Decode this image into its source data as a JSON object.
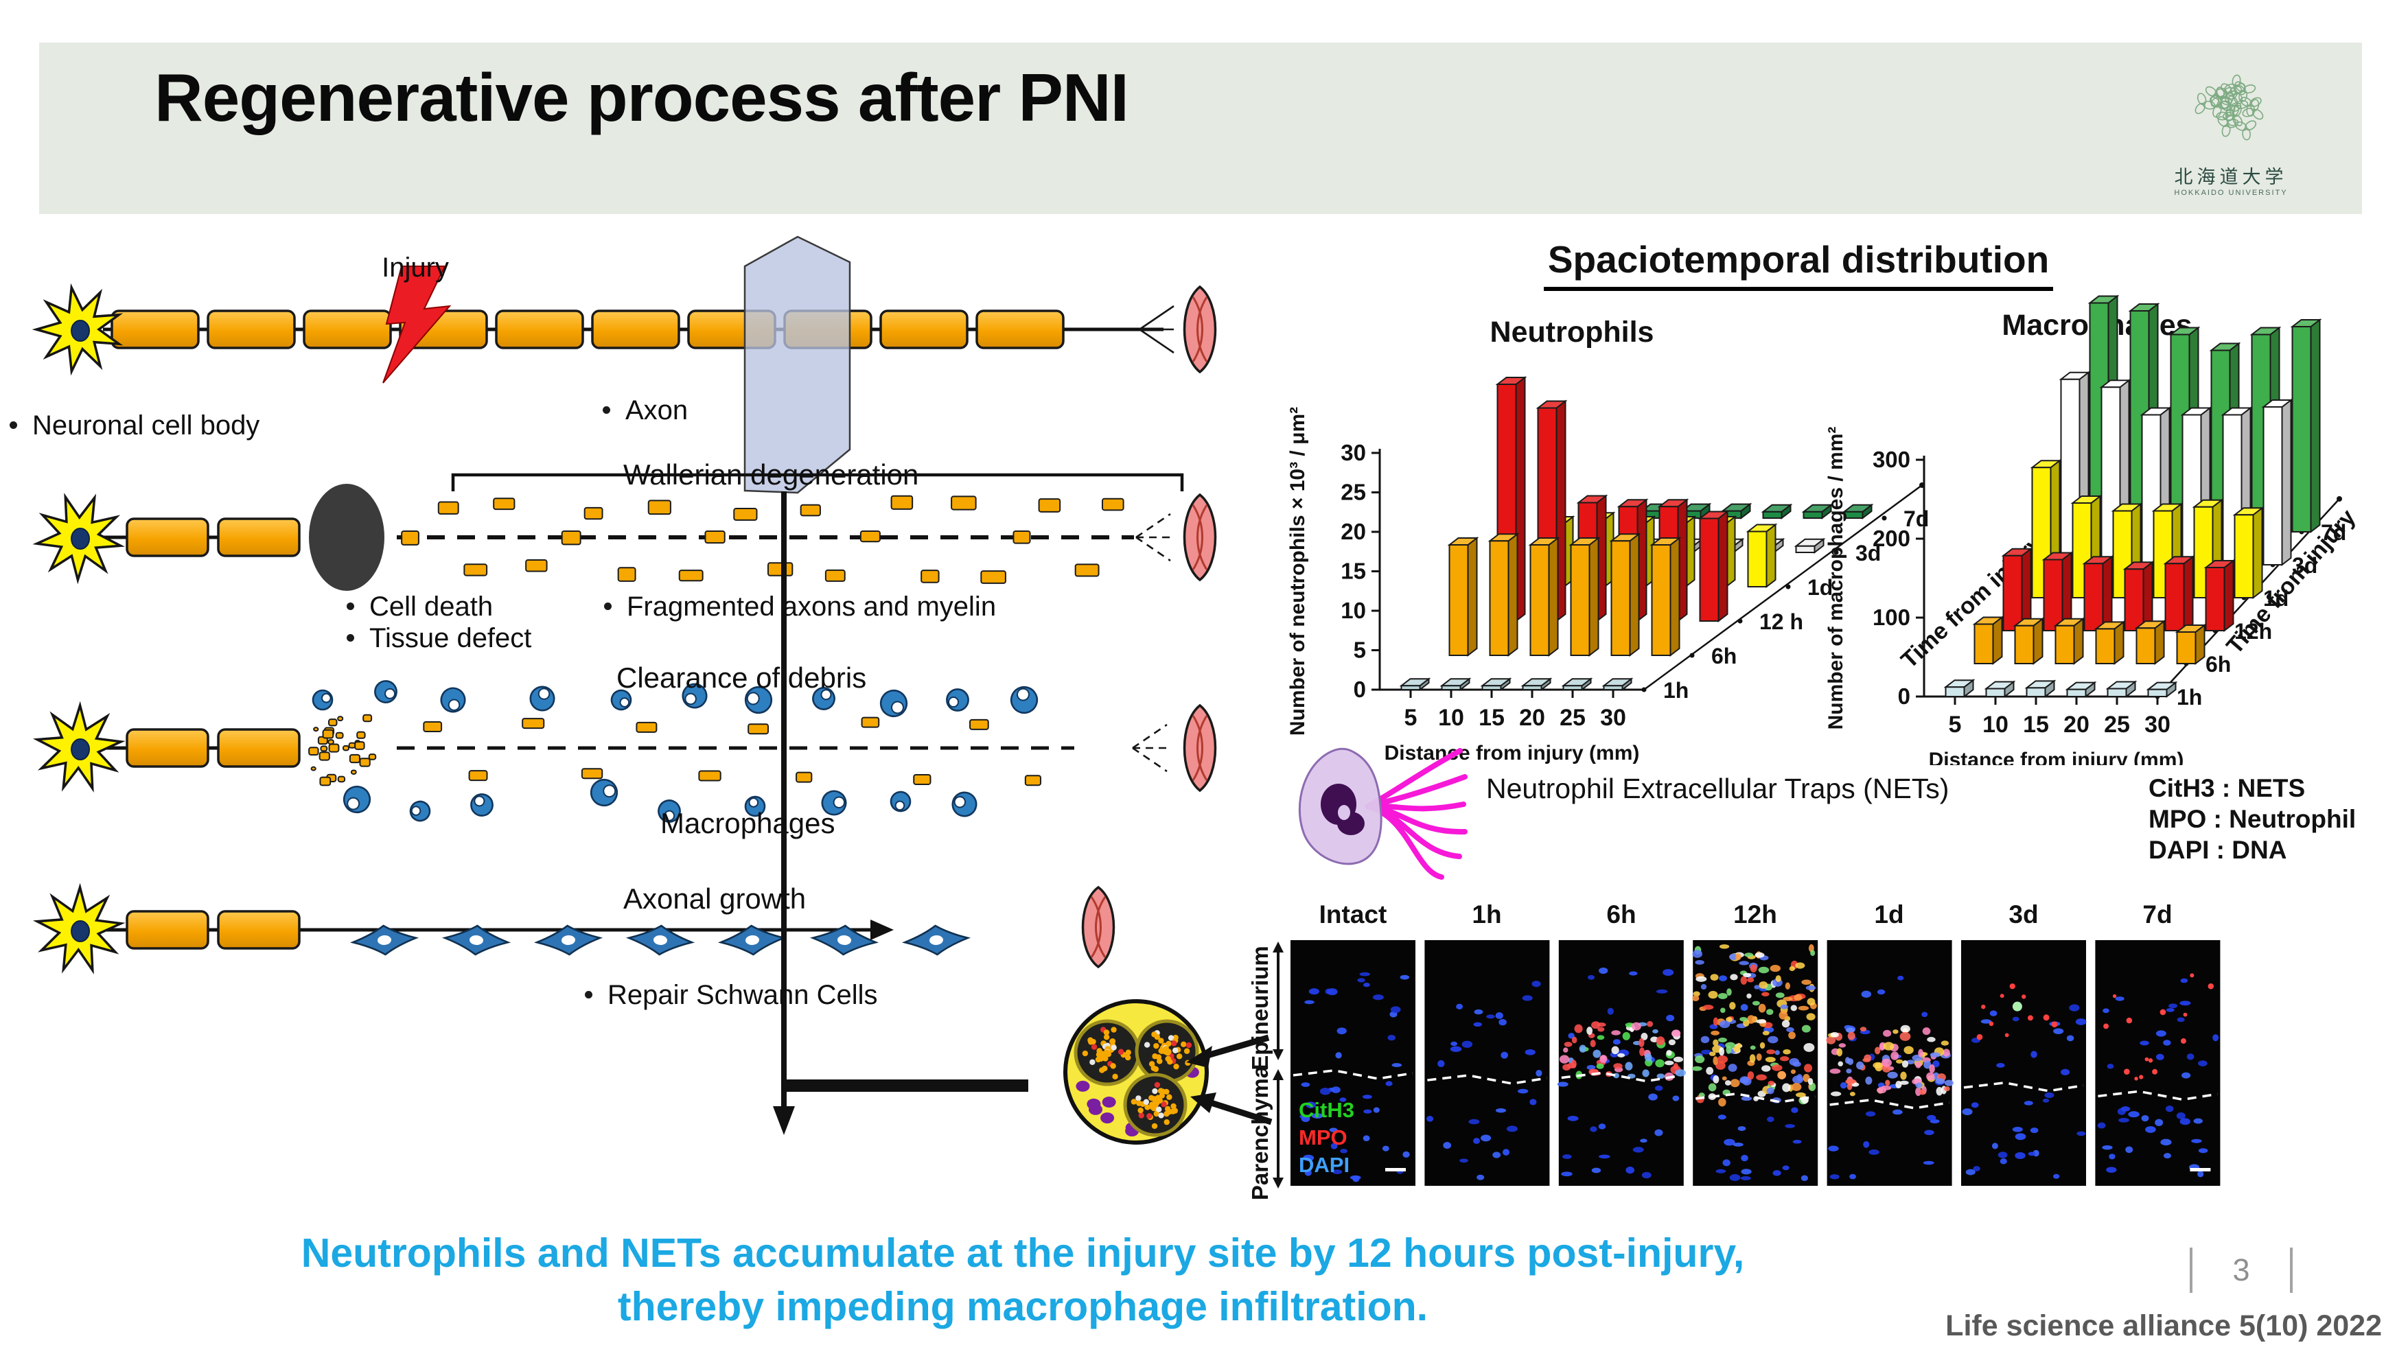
{
  "slide": {
    "title": "Regenerative process after PNI",
    "page_number": "3",
    "citation": "Life science alliance 5(10) 2022",
    "takeaway": {
      "line1": "Neutrophils and NETs accumulate at the injury site by 12 hours post-injury,",
      "line2": "thereby impeding macrophage infiltration.",
      "color": "#1ba8e3"
    }
  },
  "logo": {
    "jp": "北海道大学",
    "en": "HOKKAIDO UNIVERSITY"
  },
  "diagram": {
    "labels": {
      "injury": "Injury",
      "neuronal_cell_body": "Neuronal cell body",
      "axon": "Axon",
      "wallerian": "Wallerian degeneration",
      "cell_death": "Cell death",
      "tissue_defect": "Tissue defect",
      "fragmented": "Fragmented axons and myelin",
      "clearance": "Clearance of debris",
      "macrophages": "Macrophages",
      "axonal_growth": "Axonal growth",
      "repair_schwann": "Repair Schwann Cells"
    }
  },
  "right": {
    "heading": "Spaciotemporal distribution",
    "nets_label": "Neutrophil Extracellular Traps (NETs)",
    "legend": [
      "CitH3 : NETS",
      "MPO :  Neutrophil",
      "DAPI : DNA"
    ],
    "micro": {
      "timepoints": [
        "Intact",
        "1h",
        "6h",
        "12h",
        "1d",
        "3d",
        "7d"
      ],
      "region_top": "Epineurium",
      "region_bottom": "Parenchyma",
      "stain_cith3": "CitH3",
      "stain_mpo": "MPO",
      "stain_dapi": "DAPI",
      "stain_colors": {
        "cith3": "#21d121",
        "mpo": "#ff2a2a",
        "dapi": "#3fa0ff"
      }
    }
  },
  "chart_data": [
    {
      "type": "bar",
      "subtype": "bar3d",
      "title": "Neutrophils",
      "ylabel": "Number of neutrophils × 10³ / μm²",
      "xlabel": "Distance from injury (mm)",
      "zlabel": "Time from injury",
      "categories": [
        5,
        10,
        15,
        20,
        25,
        30
      ],
      "ylim": [
        0,
        30
      ],
      "yticks": [
        0,
        5,
        10,
        15,
        20,
        25,
        30
      ],
      "series": [
        {
          "name": "1h",
          "color": "#b9d6da",
          "values": [
            0.5,
            0.5,
            0.5,
            0.5,
            0.5,
            0.5
          ]
        },
        {
          "name": "6h",
          "color": "#f6a800",
          "values": [
            14,
            14.5,
            14,
            14,
            14.5,
            14
          ]
        },
        {
          "name": "12 h",
          "color": "#e51515",
          "values": [
            30,
            27,
            15,
            14.5,
            14.5,
            13
          ]
        },
        {
          "name": "1d",
          "color": "#fef200",
          "values": [
            8,
            8.5,
            8,
            8,
            8,
            7
          ]
        },
        {
          "name": "3d",
          "color": "#f0f0f0",
          "values": [
            0.8,
            0.8,
            0.8,
            0.8,
            0.8,
            0.8
          ]
        },
        {
          "name": "7d",
          "color": "#1e8b45",
          "values": [
            0.9,
            0.9,
            0.9,
            0.8,
            0.8,
            0.8
          ]
        }
      ]
    },
    {
      "type": "bar",
      "subtype": "bar3d",
      "title": "Macrophages",
      "ylabel": "Number of macrophages / mm²",
      "xlabel": "Distance from injury (mm)",
      "zlabel": "Time from injury",
      "categories": [
        5,
        10,
        15,
        20,
        25,
        30
      ],
      "ylim": [
        0,
        300
      ],
      "yticks": [
        0,
        100,
        200,
        300
      ],
      "series": [
        {
          "name": "1h",
          "color": "#cfe6ea",
          "values": [
            12,
            10,
            11,
            9,
            10,
            9
          ]
        },
        {
          "name": "6h",
          "color": "#f6a800",
          "values": [
            50,
            48,
            48,
            44,
            45,
            40
          ]
        },
        {
          "name": "12h",
          "color": "#e51515",
          "values": [
            95,
            90,
            85,
            78,
            85,
            80
          ]
        },
        {
          "name": "1d",
          "color": "#fef200",
          "values": [
            165,
            120,
            110,
            110,
            115,
            105
          ]
        },
        {
          "name": "3d",
          "color": "#ffffff",
          "values": [
            235,
            225,
            190,
            190,
            190,
            200
          ]
        },
        {
          "name": "7d",
          "color": "#3fae4c",
          "values": [
            290,
            280,
            250,
            230,
            250,
            260
          ]
        }
      ]
    }
  ]
}
